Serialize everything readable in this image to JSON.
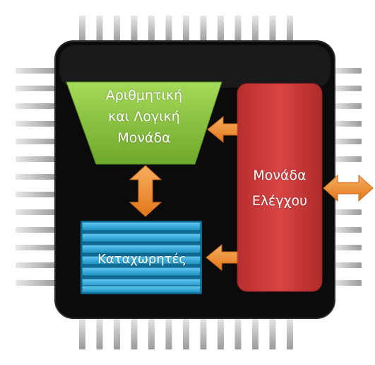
{
  "diagram": {
    "alu": {
      "lines": [
        "Αριθμητική",
        "και Λογική",
        "Μονάδα"
      ]
    },
    "control_unit": {
      "lines": [
        "Μονάδα",
        "Ελέγχου"
      ]
    },
    "registers": {
      "label": "Καταχωρητές"
    }
  },
  "colors": {
    "chip_body": "#0b0b0b",
    "alu_fill": "#8cc43c",
    "control_unit_fill": "#cf3b3b",
    "registers_fill": "#2aa9d8",
    "arrow_fill": "#f08a24",
    "pins": "#c9c9c9"
  }
}
